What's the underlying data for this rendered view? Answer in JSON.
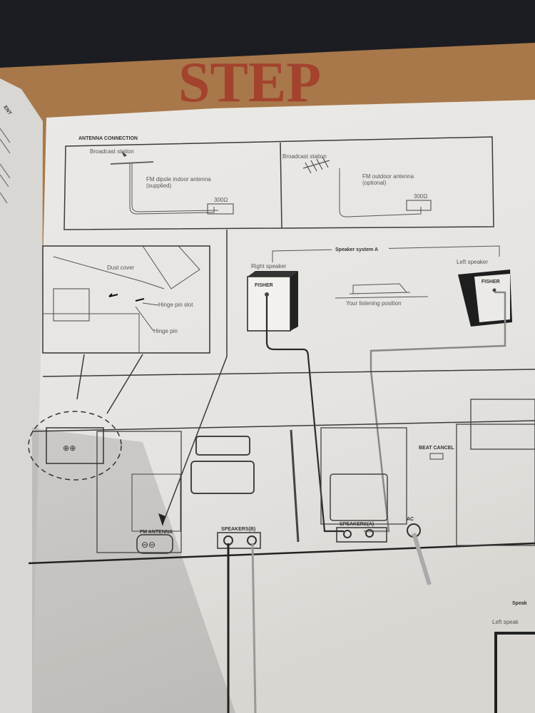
{
  "box_print": "STEP",
  "left_page": {
    "heading": "ENT"
  },
  "antenna": {
    "title": "ANTENNA CONNECTION",
    "indoor": {
      "station": "Broadcast station",
      "label_1": "FM dipole indoor antenna",
      "label_2": "(supplied)",
      "terminal": "300Ω"
    },
    "outdoor": {
      "station": "Broadcast station",
      "label_1": "FM outdoor antenna",
      "label_2": "(optional)",
      "terminal": "300Ω"
    }
  },
  "hinge": {
    "dust_cover": "Dust cover",
    "hinge_pin_slot": "Hinge pin slot",
    "hinge_pin": "Hinge pin"
  },
  "speakers": {
    "system_title": "Speaker system A",
    "right_label": "Right speaker",
    "left_label": "Left speaker",
    "brand": "FISHER",
    "listening": "Your listening position"
  },
  "rear_panel": {
    "fm_antenna": "FM ANTENNA",
    "speakers_b": "SPEAKERS(B)",
    "speakers_a": "SPEAKERS(A)",
    "beat_cancel": "BEAT CANCEL",
    "ac": "AC"
  },
  "next_section": {
    "title": "Speak",
    "left": "Left speak"
  }
}
